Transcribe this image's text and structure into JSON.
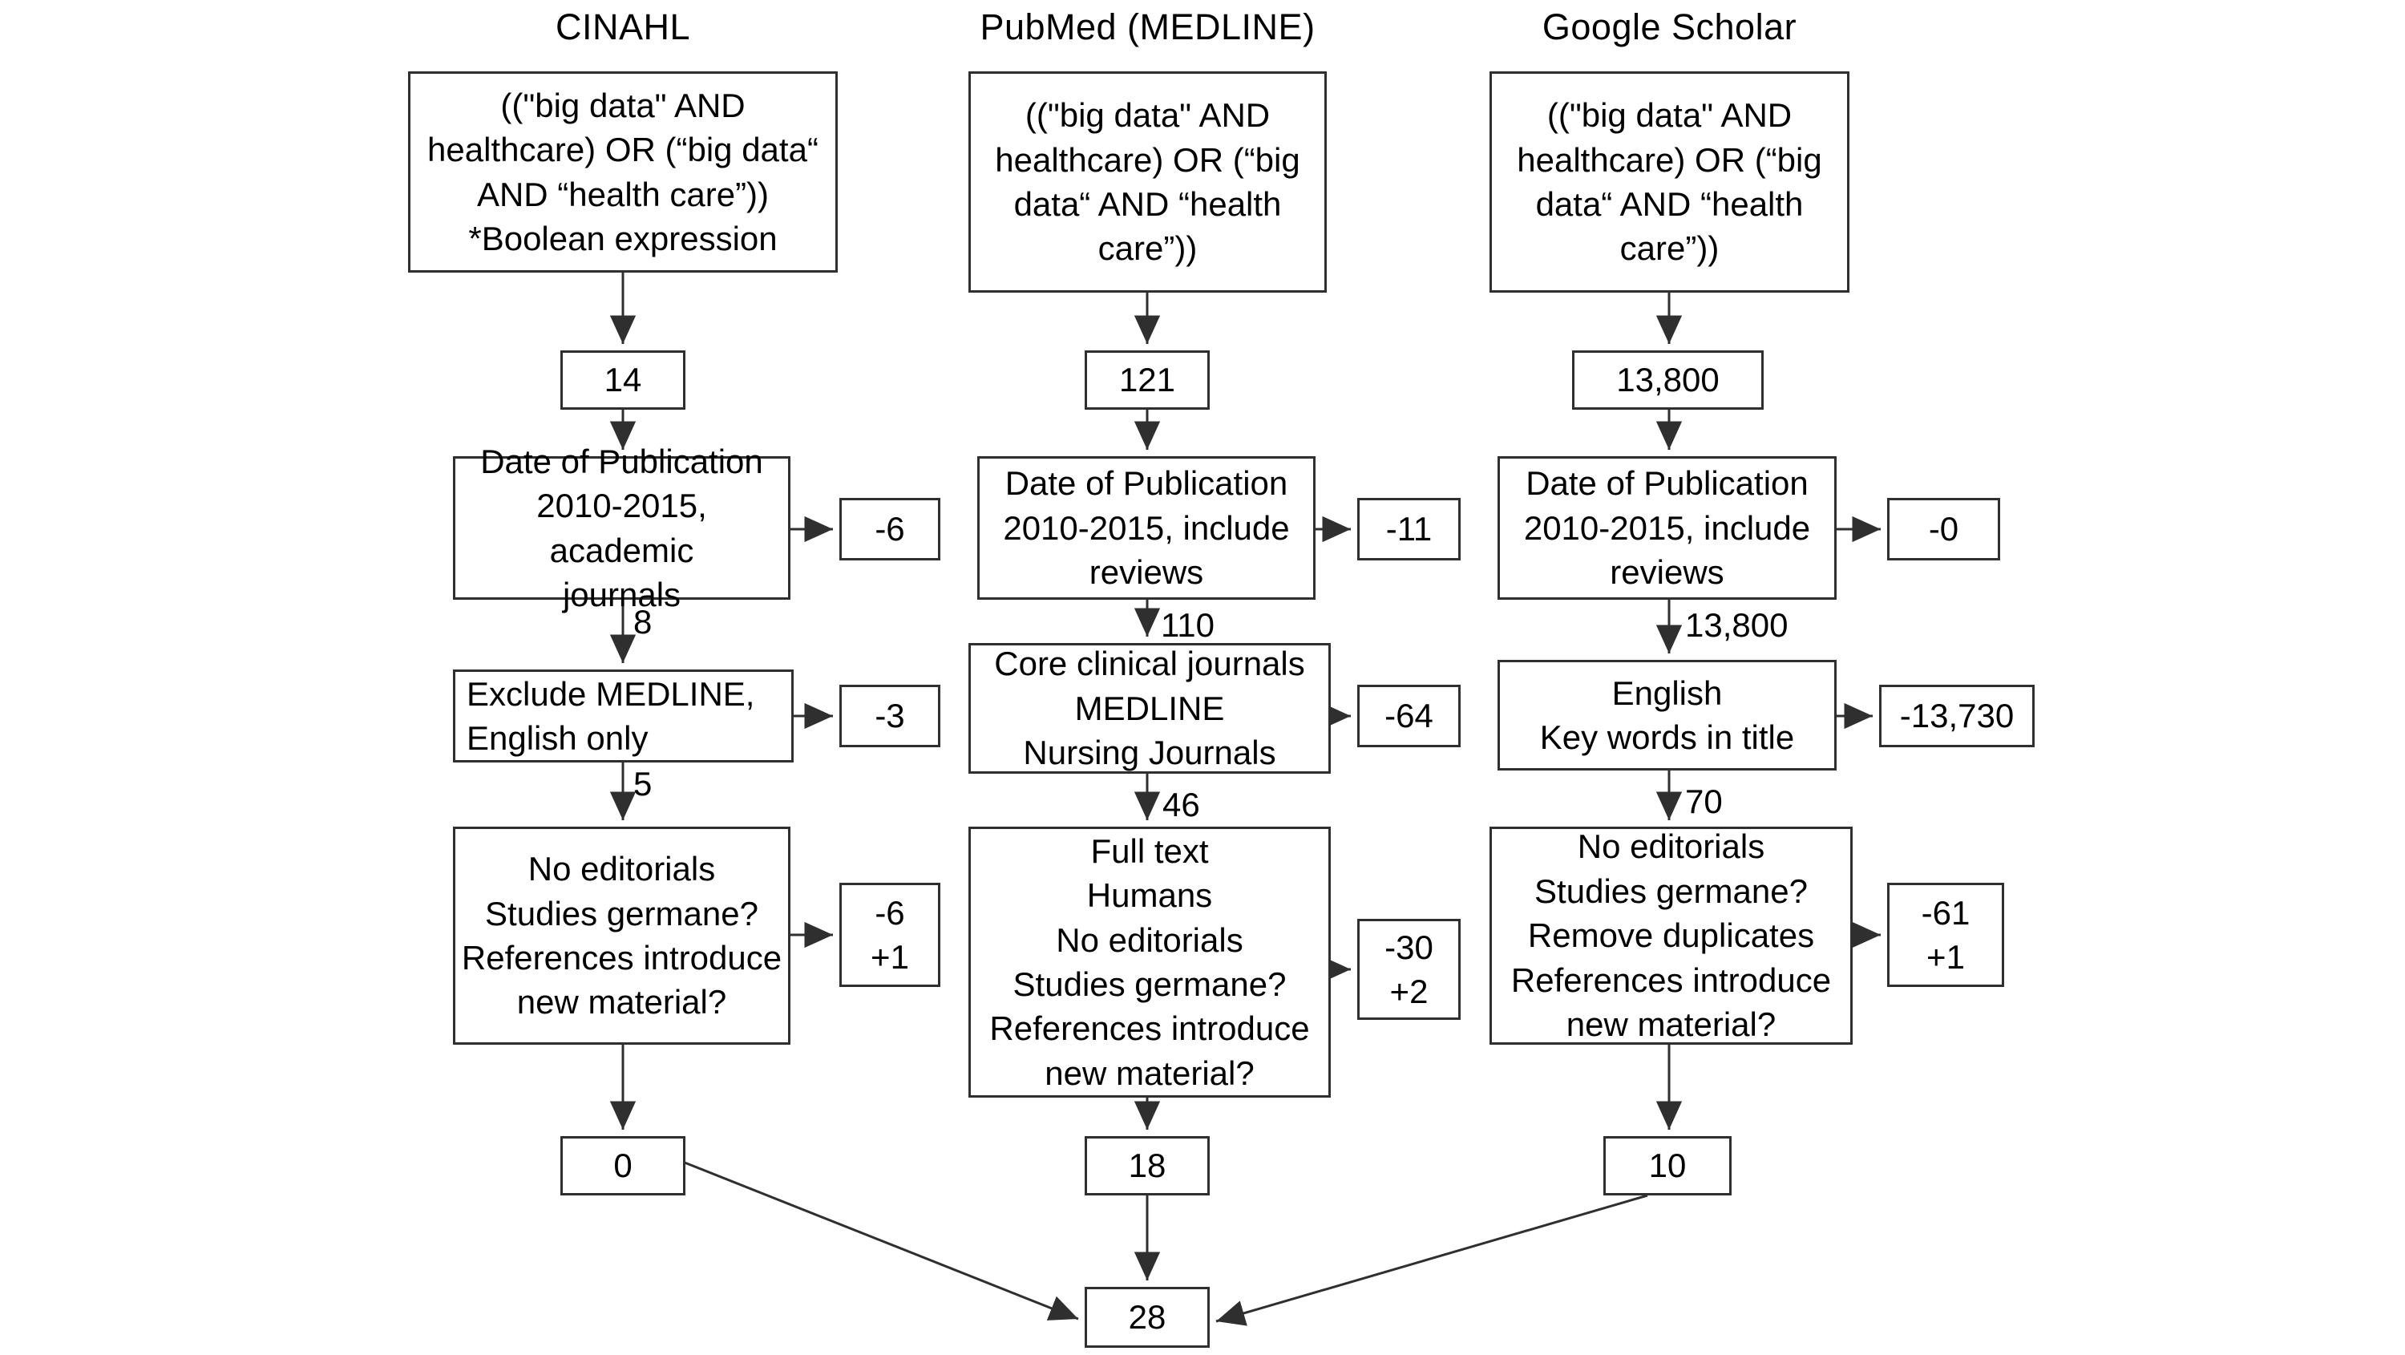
{
  "diagram": {
    "columns": [
      {
        "title": "CINAHL",
        "query": "((\"big data\" AND\nhealthcare) OR (“big data“\nAND “health care”))\n*Boolean expression",
        "initial_count": "14",
        "filters": [
          {
            "criteria": "Date of Publication\n2010-2015, academic\njournals",
            "delta": "-6",
            "result": "8"
          },
          {
            "criteria": "Exclude MEDLINE,\nEnglish only",
            "delta": "-3",
            "result": "5"
          },
          {
            "criteria": "No editorials\nStudies germane?\nReferences introduce\nnew material?",
            "delta": "-6\n+1",
            "result": "0"
          }
        ]
      },
      {
        "title": "PubMed (MEDLINE)",
        "query": "((\"big data\" AND\nhealthcare) OR (“big\ndata“ AND “health\ncare”))",
        "initial_count": "121",
        "filters": [
          {
            "criteria": "Date of Publication\n2010-2015, include\nreviews",
            "delta": "-11",
            "result": "110"
          },
          {
            "criteria": "Core clinical journals\nMEDLINE\nNursing Journals",
            "delta": "-64",
            "result": "46"
          },
          {
            "criteria": "Full text\nHumans\nNo editorials\nStudies germane?\nReferences introduce\nnew material?",
            "delta": "-30\n+2",
            "result": "18"
          }
        ]
      },
      {
        "title": "Google Scholar",
        "query": "((\"big data\" AND\nhealthcare) OR (“big\ndata“ AND “health\ncare”))",
        "initial_count": "13,800",
        "filters": [
          {
            "criteria": "Date of Publication\n2010-2015, include\nreviews",
            "delta": "-0",
            "result": "13,800"
          },
          {
            "criteria": "English\nKey words in title",
            "delta": "-13,730",
            "result": "70"
          },
          {
            "criteria": "No editorials\nStudies germane?\nRemove duplicates\nReferences introduce\nnew material?",
            "delta": "-61\n+1",
            "result": "10"
          }
        ]
      }
    ],
    "total": "28"
  }
}
